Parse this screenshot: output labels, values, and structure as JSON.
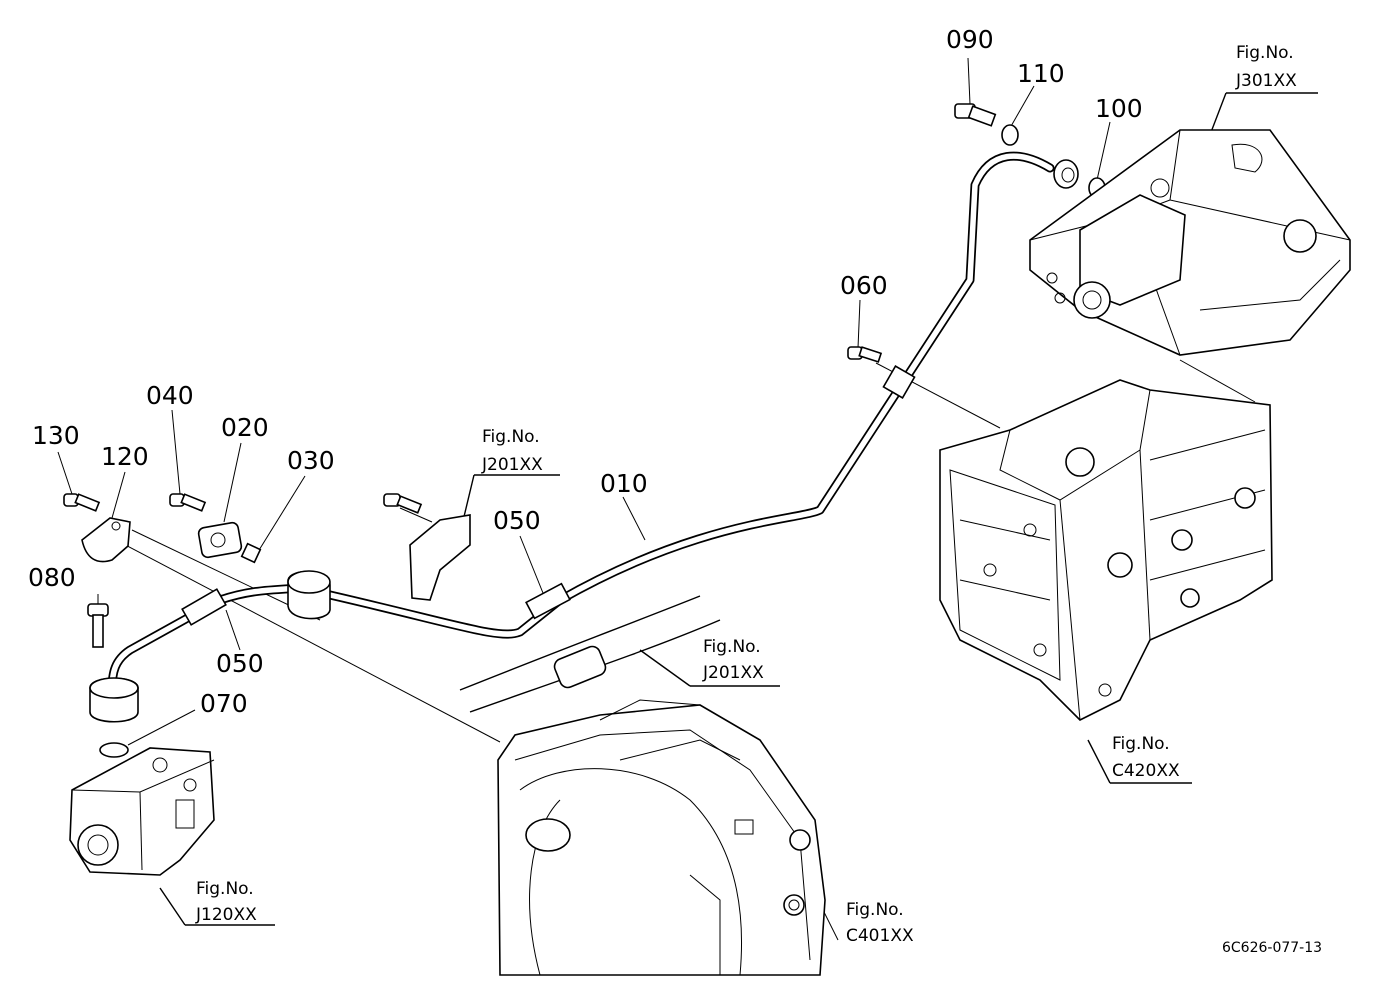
{
  "part_labels": [
    {
      "id": "p090",
      "text": "090"
    },
    {
      "id": "p110",
      "text": "110"
    },
    {
      "id": "p100",
      "text": "100"
    },
    {
      "id": "p060",
      "text": "060"
    },
    {
      "id": "p040",
      "text": "040"
    },
    {
      "id": "p020",
      "text": "020"
    },
    {
      "id": "p030",
      "text": "030"
    },
    {
      "id": "p130",
      "text": "130"
    },
    {
      "id": "p120",
      "text": "120"
    },
    {
      "id": "p010",
      "text": "010"
    },
    {
      "id": "p050a",
      "text": "050"
    },
    {
      "id": "p050b",
      "text": "050"
    },
    {
      "id": "p080",
      "text": "080"
    },
    {
      "id": "p070",
      "text": "070"
    }
  ],
  "figure_refs": [
    {
      "id": "j301",
      "label": "Fig.No.",
      "code": "J301XX"
    },
    {
      "id": "j201a",
      "label": "Fig.No.",
      "code": "J201XX"
    },
    {
      "id": "j201b",
      "label": "Fig.No.",
      "code": "J201XX"
    },
    {
      "id": "c420",
      "label": "Fig.No.",
      "code": "C420XX"
    },
    {
      "id": "j120",
      "label": "Fig.No.",
      "code": "J120XX"
    },
    {
      "id": "c401",
      "label": "Fig.No.",
      "code": "C401XX"
    }
  ],
  "drawing_code": "6C626-077-13"
}
